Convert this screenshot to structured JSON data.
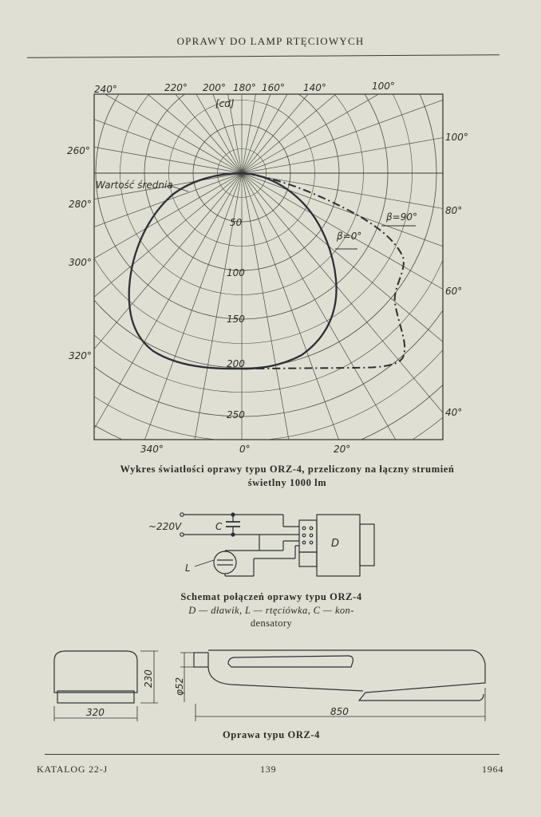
{
  "header": {
    "title": "OPRAWY DO LAMP RTĘCIOWYCH"
  },
  "polar_chart": {
    "unit_label": "[cd]",
    "mean_label": "Wartość średnia",
    "curve_labels": [
      "β=0°",
      "β=90°"
    ],
    "radial_ticks": [
      "50",
      "100",
      "150",
      "200",
      "250"
    ],
    "angle_ticks_top": [
      "240°",
      "220°",
      "200°",
      "180°",
      "160°",
      "140°",
      "100°"
    ],
    "angle_ticks_left": [
      "260°",
      "280°",
      "300°",
      "320°"
    ],
    "angle_ticks_right": [
      "100°",
      "80°",
      "60°",
      "40°"
    ],
    "angle_ticks_bottom": [
      "340°",
      "0°",
      "20°"
    ]
  },
  "caption1": {
    "line1": "Wykres światłości oprawy typu ORZ-4, przeliczony na łączny strumień",
    "line2": "świetlny 1000 lm"
  },
  "circuit": {
    "voltage": "~220V",
    "capacitor": "C",
    "lamp": "L",
    "choke": "D"
  },
  "caption2": {
    "title": "Schemat połączeń oprawy typu ORZ-4",
    "line2": "D — dławik, L — rtęciówka, C — kon-",
    "line3": "densatory"
  },
  "drawing": {
    "width_dim": "320",
    "height_dim": "230",
    "diameter_dim": "φ52",
    "length_dim": "850"
  },
  "caption3": {
    "title": "Oprawa typu ORZ-4"
  },
  "footer": {
    "left": "KATALOG 22-J",
    "center": "139",
    "right": "1964"
  }
}
